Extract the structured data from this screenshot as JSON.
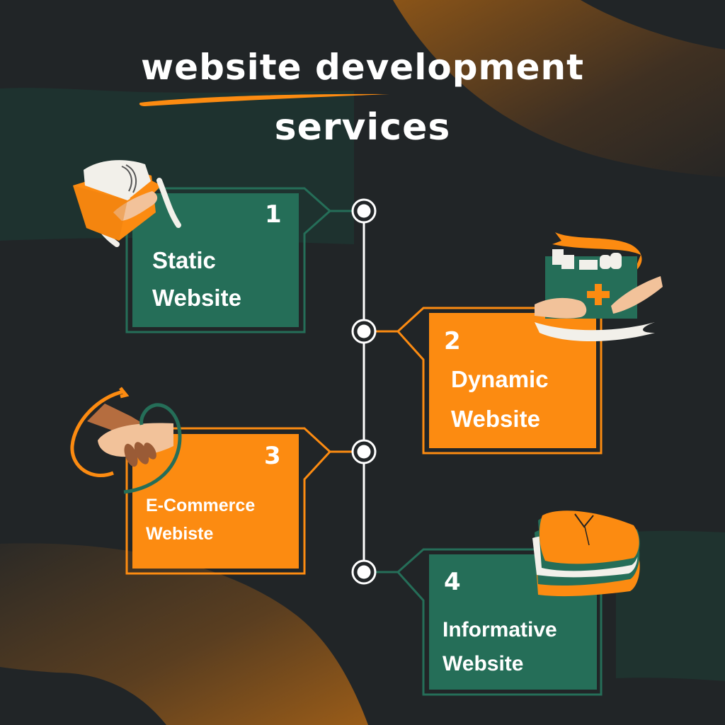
{
  "title": {
    "line1": "website development",
    "line2": "services"
  },
  "colors": {
    "background": "#212527",
    "green": "#256e58",
    "orange": "#fc8b11",
    "white": "#ffffff",
    "wave_green": "#1f332f",
    "wave_orange": "#7a4a1c"
  },
  "timeline": {
    "items": [
      {
        "number": "1",
        "label_line1": "Static",
        "label_line2": "Website",
        "color": "green",
        "side": "left",
        "illustration": "box-with-clothes-icon"
      },
      {
        "number": "2",
        "label_line1": "Dynamic",
        "label_line2": "Website",
        "color": "orange",
        "side": "right",
        "illustration": "first-aid-kit-icon"
      },
      {
        "number": "3",
        "label_line1": "E-Commerce",
        "label_line2": "Webiste",
        "color": "orange",
        "side": "left",
        "illustration": "handshake-icon"
      },
      {
        "number": "4",
        "label_line1": "Informative",
        "label_line2": "Website",
        "color": "green",
        "side": "right",
        "illustration": "folded-shirts-icon"
      }
    ]
  }
}
